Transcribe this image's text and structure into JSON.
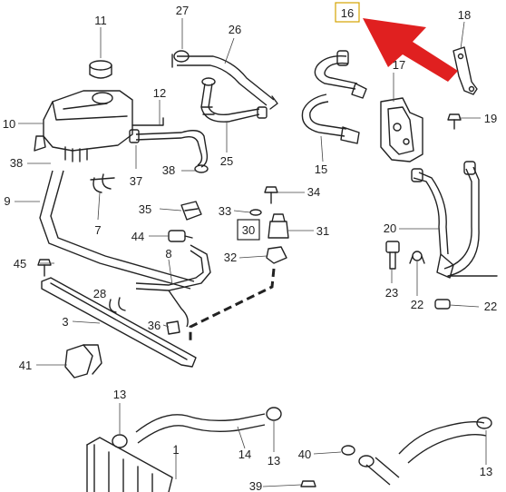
{
  "callouts": {
    "c1": "1",
    "c3": "3",
    "c7": "7",
    "c8": "8",
    "c9": "9",
    "c10": "10",
    "c11": "11",
    "c12": "12",
    "c13a": "13",
    "c13b": "13",
    "c13c": "13",
    "c14": "14",
    "c15": "15",
    "c16": "16",
    "c17": "17",
    "c18": "18",
    "c19": "19",
    "c20": "20",
    "c22a": "22",
    "c22b": "22",
    "c23": "23",
    "c25": "25",
    "c26": "26",
    "c27": "27",
    "c28": "28",
    "c30": "30",
    "c31": "31",
    "c32": "32",
    "c33": "33",
    "c34": "34",
    "c35": "35",
    "c36": "36",
    "c37": "37",
    "c38a": "38",
    "c38b": "38",
    "c39": "39",
    "c40": "40",
    "c41": "41",
    "c44": "44",
    "c45": "45"
  },
  "highlight": {
    "color": "#e02020",
    "target_label": "16"
  }
}
